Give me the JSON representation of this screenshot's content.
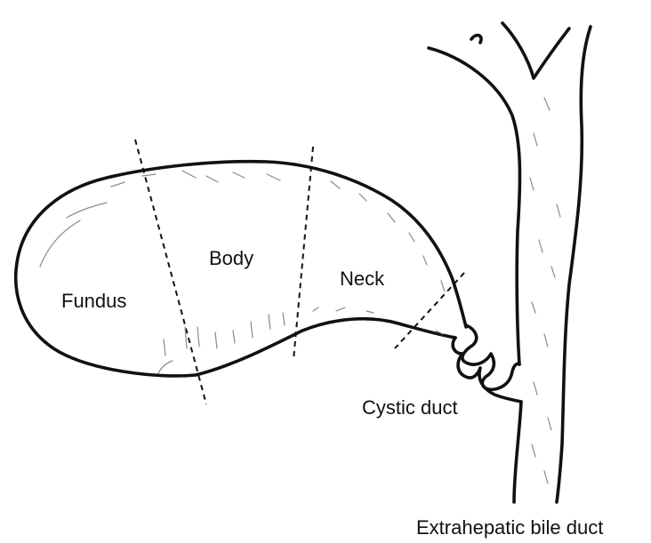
{
  "labels": {
    "fundus": "Fundus",
    "body": "Body",
    "neck": "Neck",
    "cystic_duct": "Cystic duct",
    "extrahepatic_bile_duct": "Extrahepatic bile duct"
  }
}
